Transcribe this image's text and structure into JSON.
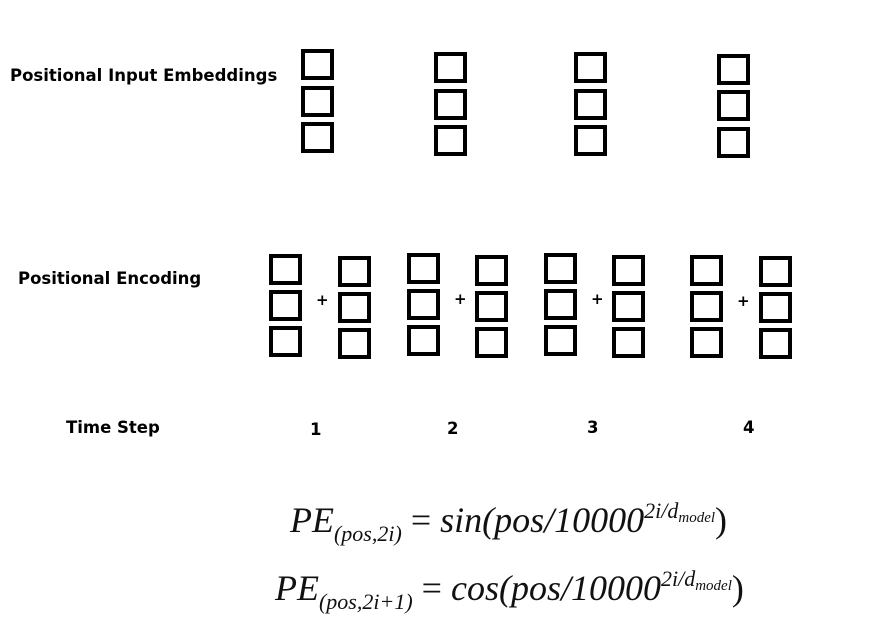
{
  "labels": {
    "input_embeddings": "Positional Input Embeddings",
    "positional_encoding": "Positional Encoding",
    "time_step": "Time Step"
  },
  "plus_symbol": "+",
  "time_steps": [
    "1",
    "2",
    "3",
    "4"
  ],
  "formulas": {
    "sin": {
      "lhs": "PE",
      "lhs_sub": "(pos,2i)",
      "eq": "=",
      "fn": "sin",
      "arg_open": "(pos/10000",
      "exp": "2i/d",
      "exp_sub": "model",
      "close": ")"
    },
    "cos": {
      "lhs": "PE",
      "lhs_sub": "(pos,2i+1)",
      "eq": "=",
      "fn": "cos",
      "arg_open": "(pos/10000",
      "exp": "2i/d",
      "exp_sub": "model",
      "close": ")"
    }
  }
}
